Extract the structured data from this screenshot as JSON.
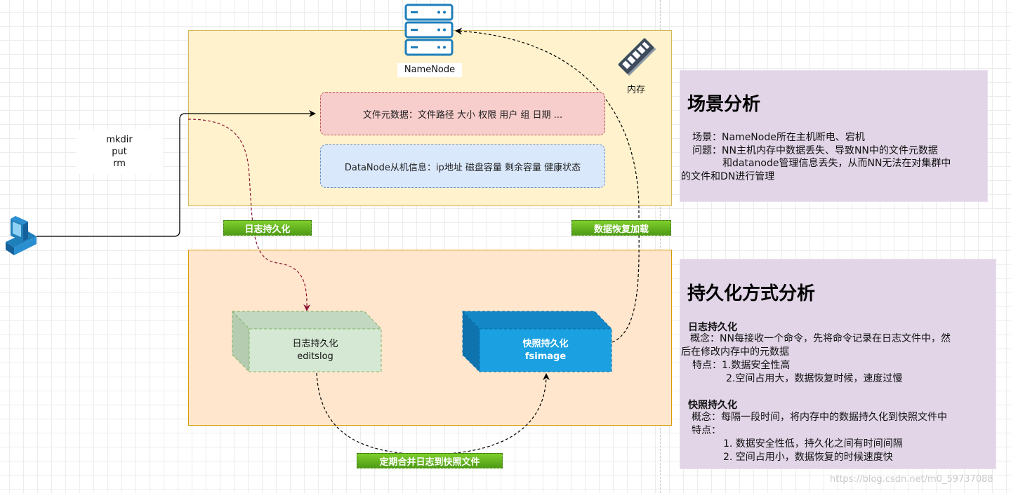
{
  "namenode": {
    "label": "NameNode"
  },
  "memory": {
    "label": "内存"
  },
  "meta_box": {
    "text": "文件元数据：文件路径  大小  权限  用户   组   日期 ..."
  },
  "datanode_box": {
    "text": "DataNode从机信息：ip地址 磁盘容量 剩余容量 健康状态"
  },
  "commands": [
    "mkdir",
    "put",
    "rm"
  ],
  "edges": {
    "log_persist": "日志持久化",
    "data_recovery": "数据恢复加载",
    "merge": "定期合并日志到快照文件"
  },
  "editslog": {
    "title": "日志持久化",
    "subtitle": "editslog"
  },
  "fsimage": {
    "title": "快照持久化",
    "subtitle": "fsimage"
  },
  "scene_panel": {
    "title": "场景分析",
    "line1": "场景：NameNode所在主机断电、宕机",
    "line2": "问题：NN主机内存中数据丢失、导致NN中的文件元数据",
    "line3": "和datanode管理信息丢失，从而NN无法在对集群中",
    "line4": "的文件和DN进行管理"
  },
  "persist_panel": {
    "title": "持久化方式分析",
    "log_heading": "日志持久化",
    "log_concept_1": "概念：NN每接收一个命令，先将命令记录在日志文件中，然",
    "log_concept_2": "后在修改内存中的元数据",
    "log_feature_1": "特点：1.数据安全性高",
    "log_feature_2": "2.空间占用大，数据恢复时候，速度过慢",
    "snap_heading": "快照持久化",
    "snap_concept": "概念：每隔一段时间，将内存中的数据持久化到快照文件中",
    "snap_feature": "特点：",
    "snap_feature_1": "1. 数据安全性低，持久化之间有时间间隔",
    "snap_feature_2": "2. 空间占用小，数据恢复的时候速度快"
  },
  "watermark": "https://blog.csdn.net/m0_59737088",
  "colors": {
    "top_zone": "#fff2cc",
    "bottom_zone": "#ffe6cc",
    "meta_box": "#f8cecc",
    "datanode_box": "#dae8fc",
    "editslog": "#d5e8d4",
    "fsimage": "#1ba1e2",
    "panel": "#e1d5e7",
    "label_green": "#60a917",
    "server_icon": "#1f7fba",
    "dark_red_arrow": "#8b1538"
  }
}
